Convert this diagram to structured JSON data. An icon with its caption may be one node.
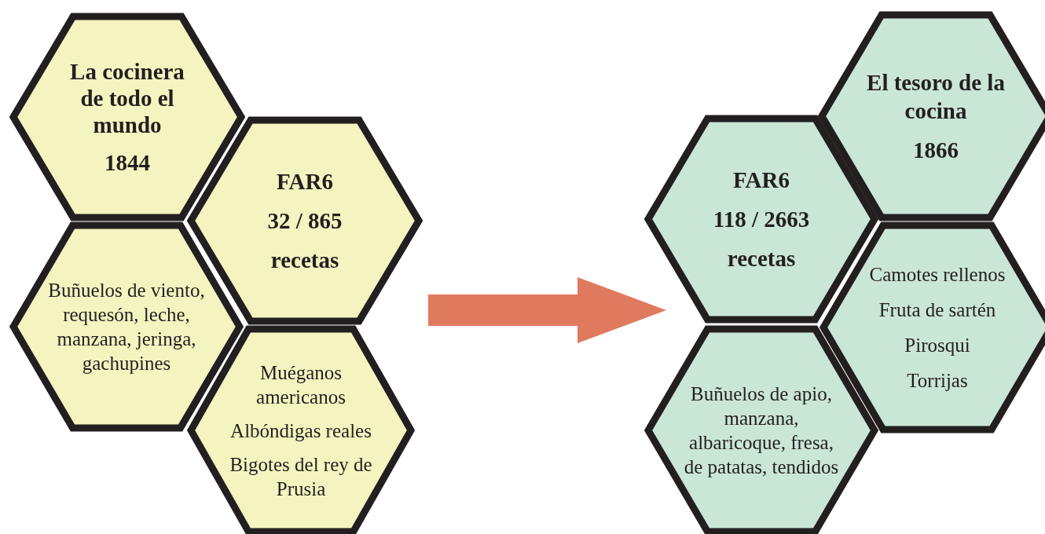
{
  "diagram": {
    "nodes": [
      {
        "text": [
          "La cocinera de todo el mundo",
          "1844"
        ]
      },
      {
        "text": [
          "FAR6",
          "32 / 865",
          "recetas"
        ]
      },
      {
        "text": [
          "Buñuelos de viento, requesón, leche, manzana, jeringa, gachupines"
        ]
      },
      {
        "text": [
          "Muéganos americanos",
          "Albóndigas reales",
          "Bigotes del rey de Prusia"
        ]
      },
      {
        "text": [
          "El tesoro de la cocina",
          "1866"
        ]
      },
      {
        "text": [
          "FAR6",
          "118 / 2663",
          "recetas"
        ]
      },
      {
        "text": [
          "Camotes rellenos",
          "Fruta de sartén",
          "Pirosqui",
          "Torrijas"
        ]
      },
      {
        "text": [
          "Buñuelos de apio, manzana, albaricoque, fresa, de patatas, tendidos"
        ]
      }
    ],
    "edges": [
      {
        "from": 1,
        "to": 5,
        "arrow": "to",
        "color": "#e07a5f"
      }
    ]
  }
}
